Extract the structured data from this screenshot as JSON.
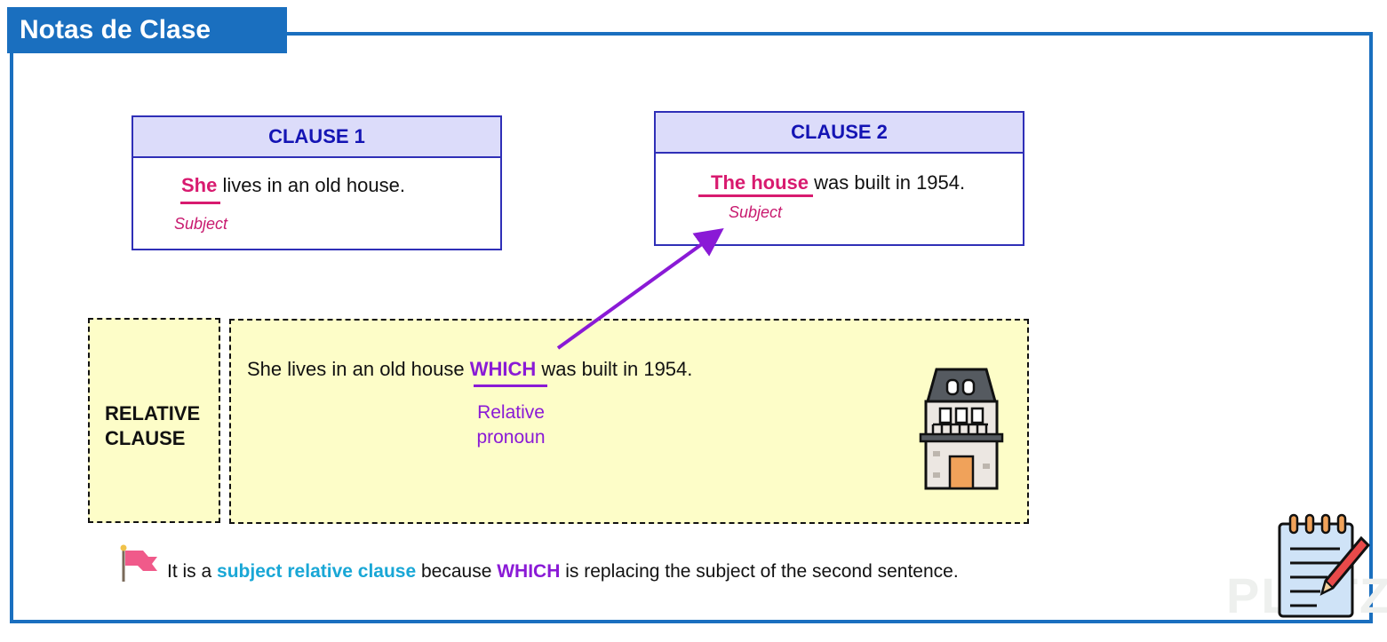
{
  "header": {
    "title": "Notas de Clase"
  },
  "clause1": {
    "heading": "CLAUSE 1",
    "subject_word": "She",
    "rest": " lives in an old house.",
    "subject_label": "Subject"
  },
  "clause2": {
    "heading": "CLAUSE 2",
    "subject_word": "The house",
    "rest": " was built in 1954.",
    "subject_label": "Subject"
  },
  "relative": {
    "label_line1": "RELATIVE",
    "label_line2": "CLAUSE",
    "sentence_before": "She lives in an old house ",
    "pronoun": "WHICH",
    "sentence_after": " was built in 1954.",
    "pronoun_label_line1": "Relative",
    "pronoun_label_line2": "pronoun"
  },
  "note": {
    "part1": "It is a ",
    "highlight1": "subject relative clause",
    "part2": " because ",
    "highlight2": "WHICH",
    "part3": " is replacing the subject of the second sentence."
  },
  "watermark": {
    "text": "PLATZI"
  },
  "icons": [
    "house-icon",
    "flag-icon",
    "notepad-pencil-icon",
    "arrow-icon"
  ],
  "colors": {
    "frame": "#1a6fbf",
    "clause_header_bg": "#dcdcfa",
    "clause_heading_text": "#1414b4",
    "subject": "#d81a6f",
    "pronoun": "#8a1ad6",
    "highlight_cyan": "#19a7d6",
    "relative_bg": "#fdfdc8"
  }
}
